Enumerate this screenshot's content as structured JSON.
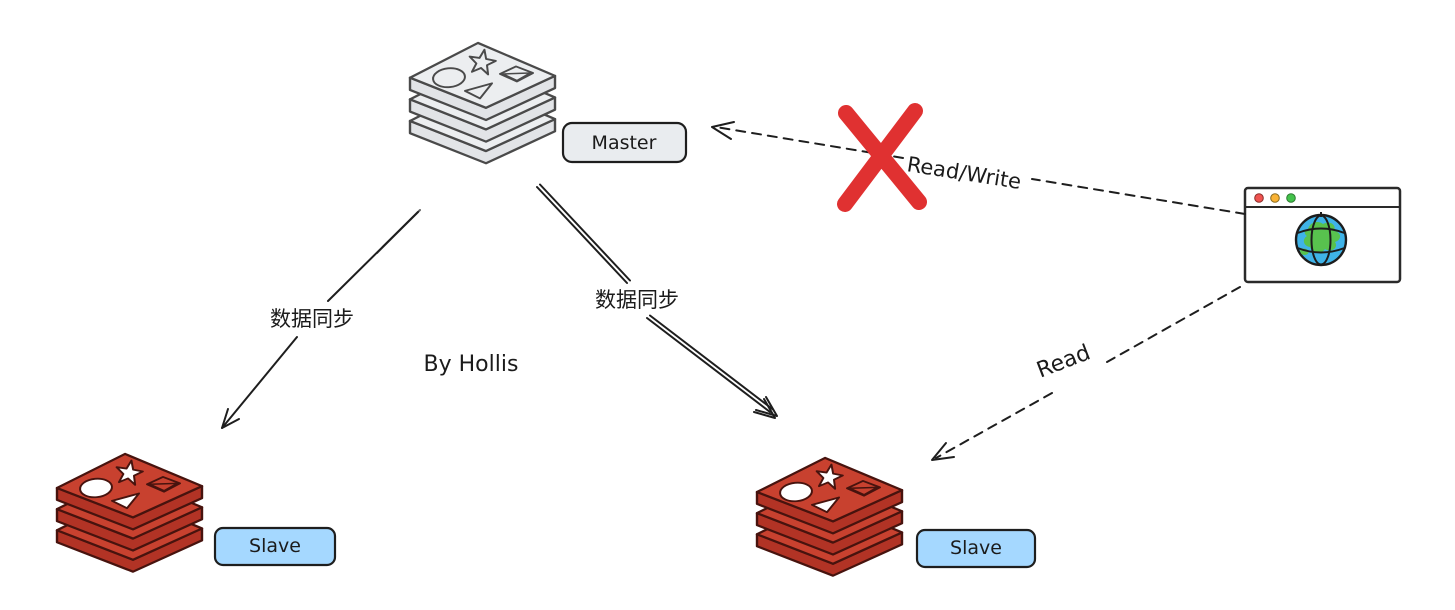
{
  "diagram": {
    "nodes": {
      "master": {
        "label": "Master"
      },
      "slave_left": {
        "label": "Slave"
      },
      "slave_right": {
        "label": "Slave"
      },
      "client": {
        "type": "browser-window-with-globe"
      }
    },
    "edges": {
      "sync_left": {
        "label": "数据同步",
        "style": "solid-arrow",
        "from": "master",
        "to": "slave_left"
      },
      "sync_right": {
        "label": "数据同步",
        "style": "solid-arrow",
        "from": "master",
        "to": "slave_right"
      },
      "read_write": {
        "label": "Read/Write",
        "style": "dashed-arrow",
        "from": "client",
        "to": "master",
        "crossed_out": true
      },
      "read": {
        "label": "Read",
        "style": "dashed-arrow",
        "from": "client",
        "to": "slave_right",
        "crossed_out": false
      }
    },
    "watermark": "By Hollis",
    "colors": {
      "redis_red_top": "#c8412f",
      "redis_red_side": "#b23325",
      "master_gray": "#eceef0",
      "slave_label_blue": "#a5d8ff",
      "master_label_gray": "#e9ecef",
      "cross_red": "#e03131",
      "stroke_dark": "#1e1e1e"
    }
  }
}
